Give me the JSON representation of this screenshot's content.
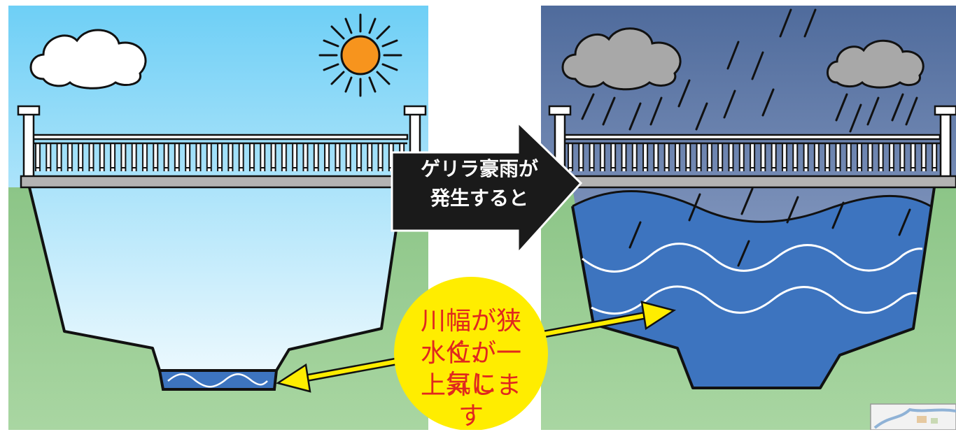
{
  "arrow_label": {
    "line1": "ゲリラ豪雨が",
    "line2": "発生すると"
  },
  "callout": {
    "line1": "川幅が狭く、",
    "line2": "水位が一気に",
    "line3": "上昇します"
  },
  "icons": [
    "cloud-icon",
    "sun-icon",
    "rain-cloud-icon",
    "map-thumbnail"
  ],
  "colors": {
    "sunny_sky_top": "#6ecff6",
    "sunny_sky_bottom": "#ffffff",
    "rainy_sky_top": "#4f6b9c",
    "rainy_sky_bottom": "#9aaacd",
    "grass": "#9ccc94",
    "water": "#3d74bf",
    "sun": "#f7941d",
    "callout_fill": "#ffed00",
    "callout_text": "#e0281e",
    "arrow": "#1a1a1a",
    "bridge_deck": "#b3b3b3"
  }
}
